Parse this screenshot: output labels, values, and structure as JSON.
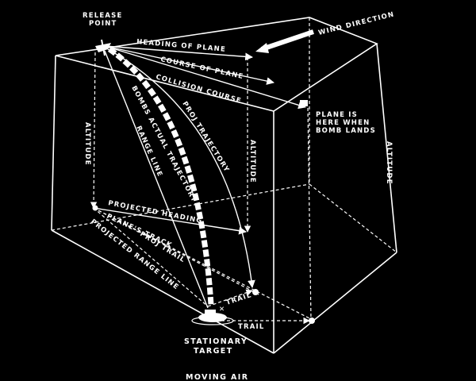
{
  "labels": {
    "release_point_line1": "RELEASE",
    "release_point_line2": "POINT",
    "wind_direction": "WIND DIRECTION",
    "heading_of_plane": "HEADING OF PLANE",
    "course_of_plane": "COURSE OF PLANE",
    "collision_course": "COLLISION COURSE",
    "plane_is_here_1": "PLANE IS",
    "plane_is_here_2": "HERE WHEN",
    "plane_is_here_3": "BOMB LANDS",
    "altitude_left": "ALTITUDE",
    "altitude_center": "ALTITUDE",
    "altitude_right": "ALTITUDE",
    "bombs_actual_trajectory": "BOMBS ACTUAL TRAJECTORY",
    "proj_trajectory": "PROJ TRAJECTORY",
    "range_line": "RANGE LINE",
    "projected_heading": "PROJECTED HEADING",
    "planes_track": "PLANE'S TRACK",
    "proj_trail": "PROJ TRAIL",
    "projected_range_line": "PROJECTED RANGE LINE",
    "trail_upper": "TRAIL",
    "trail_lower": "TRAIL",
    "stationary_target_1": "STATIONARY",
    "stationary_target_2": "TARGET",
    "moving_air": "MOVING    AIR"
  },
  "colors": {
    "background": "#000000",
    "lines": "#ffffff"
  }
}
